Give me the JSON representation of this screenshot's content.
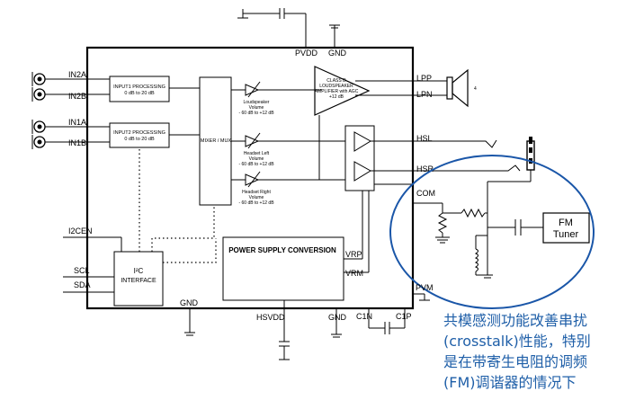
{
  "pins": {
    "in2a": "IN2A",
    "in2b": "IN2B",
    "in1a": "IN1A",
    "in1b": "IN1B",
    "i2cen": "I2CEN",
    "scl": "SCL",
    "sda": "SDA",
    "pvdd": "PVDD",
    "gnd_top": "GND",
    "lpp": "LPP",
    "lpn": "LPN",
    "hsl": "HSL",
    "hsr": "HSR",
    "com": "COM",
    "vrp": "VRP",
    "vrm": "VRM",
    "pvm": "PVM",
    "gnd_bottom_left": "GND",
    "hsvdd": "HSVDD",
    "gnd_bottom_mid": "GND",
    "c1n": "C1N",
    "c1p": "C1P"
  },
  "blocks": {
    "input1_title": "INPUT1 PROCESSING",
    "input1_range": "0 dB to 20 dB",
    "input2_title": "INPUT2 PROCESSING",
    "input2_range": "0 dB to 20 dB",
    "mixer": "MIXER / MUX",
    "amp_line1": "CLASS D",
    "amp_line2": "LOUDSPEAKER",
    "amp_line3": "AMPLIFIER with AGC",
    "amp_line4": "+12 dB",
    "ls_vol_line1": "Loudspeaker",
    "ls_vol_line2": "Volume",
    "ls_vol_line3": "- 60 dB to +12 dB",
    "hl_vol_line1": "Headset Left",
    "hl_vol_line2": "Volume",
    "hl_vol_line3": "- 60 dB to +12 dB",
    "hr_vol_line1": "Headset Right",
    "hr_vol_line2": "Volume",
    "hr_vol_line3": "- 60 dB to +12 dB",
    "psu": "POWER SUPPLY CONVERSION",
    "i2c_line1": "I²C",
    "i2c_line2": "INTERFACE",
    "fm_line1": "FM",
    "fm_line2": "Tuner",
    "speaker_mark": "4"
  },
  "annotation": {
    "line1": "共模感测功能改善串扰",
    "line2": "(crosstalk)性能，特别",
    "line3": "是在带寄生电阻的调频",
    "line4": "(FM)调谐器的情况下"
  },
  "colors": {
    "annotation_text": "#1f5fa8",
    "highlight_ellipse": "#1a56a8"
  }
}
